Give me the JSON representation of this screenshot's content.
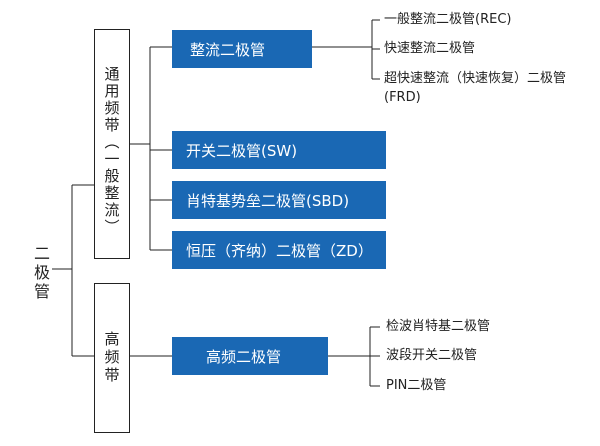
{
  "root": {
    "label": "二极管"
  },
  "general": {
    "label": "通用频带（一般整流）",
    "children": [
      {
        "label": "整流二极管",
        "leaves": [
          "一般整流二极管(REC)",
          "快速整流二极管",
          "超快速整流（快速恢复）二极管",
          "(FRD)"
        ]
      },
      {
        "label": "开关二极管(SW)"
      },
      {
        "label": "肖特基势垒二极管(SBD)"
      },
      {
        "label": "恒压（齐纳）二极管（ZD）"
      }
    ]
  },
  "high": {
    "label": "高频带",
    "children": [
      {
        "label": "高频二极管",
        "leaves": [
          "检波肖特基二极管",
          "波段开关二极管",
          "PIN二极管"
        ]
      }
    ]
  },
  "colors": {
    "box_fill": "#1a68b4",
    "box_text": "#ffffff",
    "line": "#222222"
  }
}
